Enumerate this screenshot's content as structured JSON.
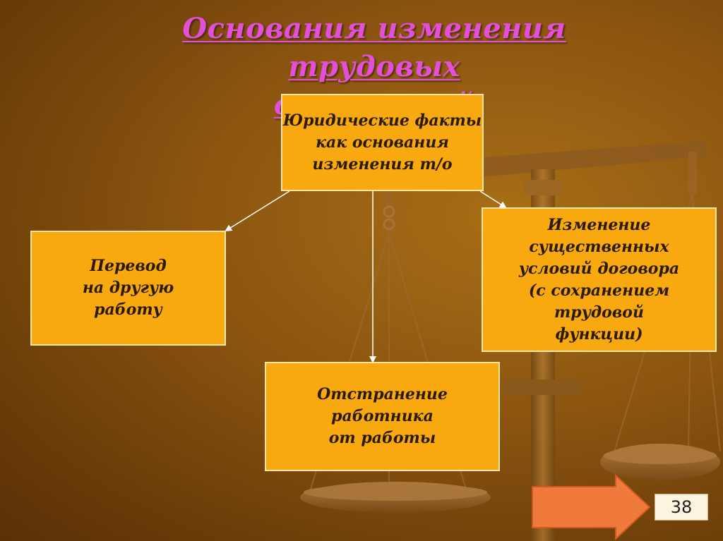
{
  "slide": {
    "title": "Основания изменения трудовых\nотношений",
    "page_number": "38"
  },
  "diagram": {
    "root": "Юридические факты\nкак основания\nизменения т/о",
    "children": [
      "Перевод\nна другую\nработу",
      "Отстранение работника\nот работы",
      "Изменение\nсущественных\nусловий договора\n(с сохранением\nтрудовой\nфункции)"
    ]
  },
  "colors": {
    "title": "#e24fd8",
    "box_fill": "#f7a90f",
    "nav_arrow": "#f07a3c"
  },
  "icons": {
    "background": "scales-of-justice-icon",
    "navigation": "next-arrow-icon"
  }
}
